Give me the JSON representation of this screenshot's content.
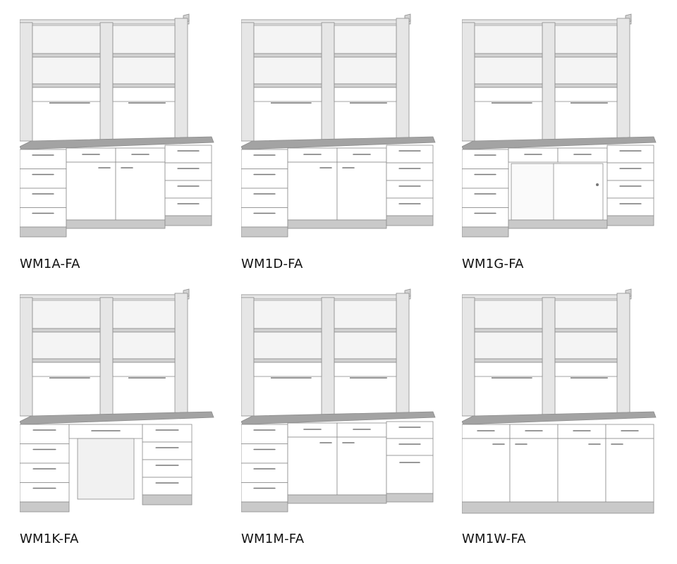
{
  "products": [
    {
      "code": "WM1A-FA",
      "config": "A"
    },
    {
      "code": "WM1D-FA",
      "config": "D"
    },
    {
      "code": "WM1G-FA",
      "config": "G"
    },
    {
      "code": "WM1K-FA",
      "config": "K"
    },
    {
      "code": "WM1M-FA",
      "config": "M"
    },
    {
      "code": "WM1W-FA",
      "config": "W"
    }
  ],
  "colors": {
    "panel": "#ffffff",
    "frame": "#e6e6e6",
    "frame_dark": "#d2d2d2",
    "counter": "#a3a3a3",
    "plinth": "#c9c9c9",
    "outline": "#8c8c8c"
  }
}
